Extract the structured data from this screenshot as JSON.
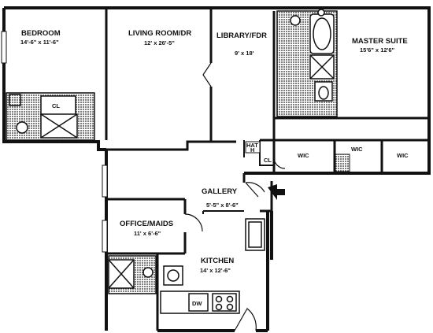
{
  "rooms": {
    "bedroom": {
      "name": "BEDROOM",
      "dims": "14'-6\" x 11'-6\""
    },
    "living": {
      "name": "LIVING ROOM/DR",
      "dims": "12' x 26'-5\""
    },
    "library": {
      "name": "LIBRARY/FDR",
      "dims": "9' x 18'"
    },
    "master": {
      "name": "MASTER SUITE",
      "dims": "15'6\" x 12'6\""
    },
    "gallery": {
      "name": "GALLERY",
      "dims": "5'-5\" x 8'-6\""
    },
    "office": {
      "name": "OFFICE/MAIDS",
      "dims": "11' x 6'-6\""
    },
    "kitchen": {
      "name": "KITCHEN",
      "dims": "14' x 12'-6\""
    }
  },
  "fixtures": {
    "closet_bedroom": "CL",
    "closet_foyer": "CL",
    "hat_closet": "HAT\nH",
    "wic_1": "WIC",
    "wic_2": "WIC",
    "wic_3": "WIC",
    "dishwasher": "DW"
  },
  "colors": {
    "wall": "#111111",
    "hatch": "#222222",
    "background": "#ffffff"
  }
}
